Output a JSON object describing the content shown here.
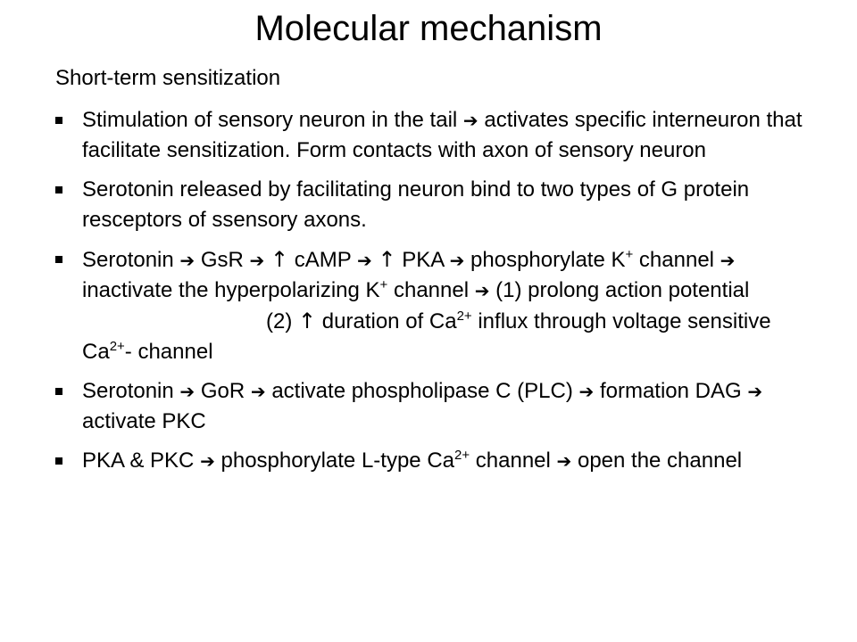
{
  "title": "Molecular mechanism",
  "subtitle": "Short-term sensitization",
  "symbols": {
    "arrow": "➔",
    "up": "↑"
  },
  "bullets": {
    "b1": {
      "p1": "Stimulation of sensory neuron in the tail",
      "p2": "activates specific interneuron that facilitate sensitization. Form contacts with axon of sensory neuron"
    },
    "b2": {
      "p1": "Serotonin released by facilitating neuron bind to two types of G protein resceptors of ssensory axons."
    },
    "b3": {
      "p1": "Serotonin",
      "p2": "GsR",
      "p3": "cAMP",
      "p4": "PKA",
      "p5": "phosphorylate K",
      "sup1": "+",
      "p6": "channel",
      "p7": "inactivate the hyperpolarizing K",
      "sup2": "+",
      "p8": "channel",
      "p9": "(1) prolong action potential",
      "p10": "(2)",
      "p11": "duration of Ca",
      "sup3": "2+",
      "p12": "influx through voltage sensitive Ca",
      "sup4": "2+",
      "p13": "- channel"
    },
    "b4": {
      "p1": "Serotonin",
      "p2": "GoR",
      "p3": "activate phospholipase C (PLC)",
      "p4": "formation DAG",
      "p5": "activate PKC"
    },
    "b5": {
      "p1": "PKA & PKC",
      "p2": "phosphorylate L-type Ca",
      "sup1": "2+",
      "p3": "channel",
      "p4": "open the channel"
    }
  }
}
